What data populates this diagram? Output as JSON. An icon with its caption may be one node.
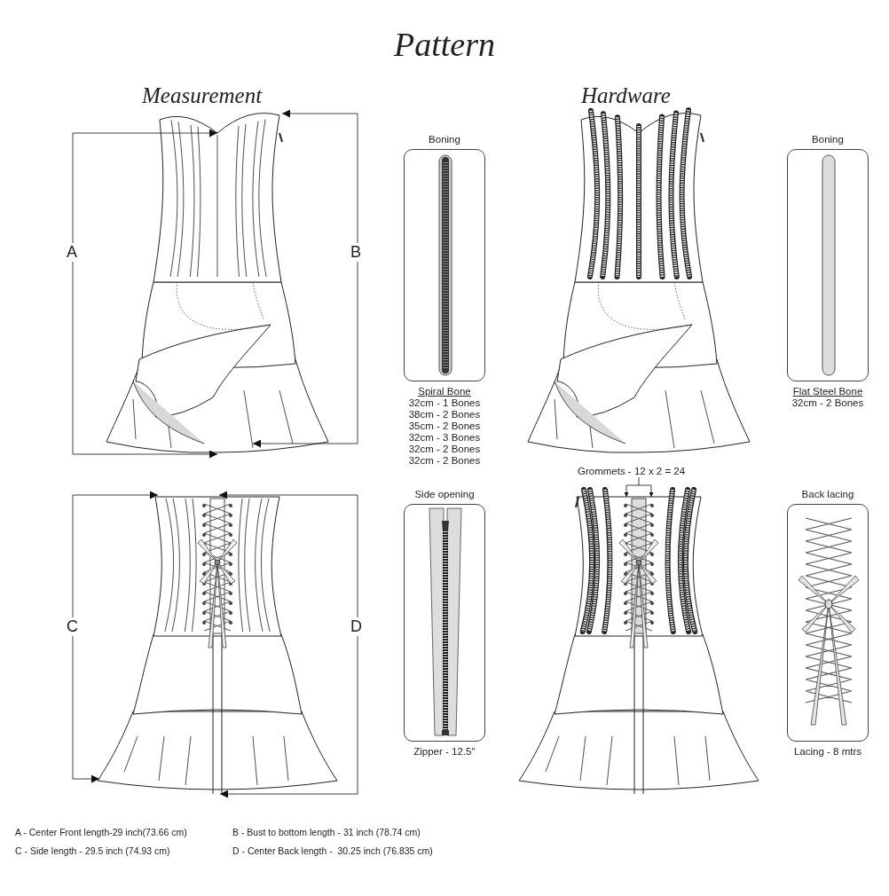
{
  "diagram": {
    "title": "Pattern",
    "nodes": [
      {
        "text": [
          "Boning"
        ],
        "beside": [
          "Spiral Bone",
          "32cm - 1 Bones",
          "38cm - 2 Bones",
          "35cm - 2 Bones",
          "32cm - 3 Bones",
          "32cm - 2 Bones",
          "32cm - 2 Bones"
        ]
      },
      {
        "text": [
          "Boning"
        ],
        "beside": [
          "Flat Steel Bone",
          "32cm - 2 Bones"
        ]
      },
      {
        "text": [
          "Side opening"
        ],
        "beside": [
          "Zipper - 12.5''"
        ]
      },
      {
        "text": [
          "Back lacing"
        ],
        "beside": [
          "Lacing - 8 mtrs"
        ]
      }
    ],
    "labels": [
      "Measurement",
      "Hardware",
      "A",
      "B",
      "C",
      "D",
      "Grommets - 12 x 2 = 24",
      "A - Center Front length-29 inch(73.66 cm)",
      "B - Bust to bottom length - 31 inch (78.74 cm)",
      "C - Side length - 29.5 inch (74.93 cm)",
      "D - Center Back length -  30.25 inch (76.835 cm)"
    ]
  }
}
